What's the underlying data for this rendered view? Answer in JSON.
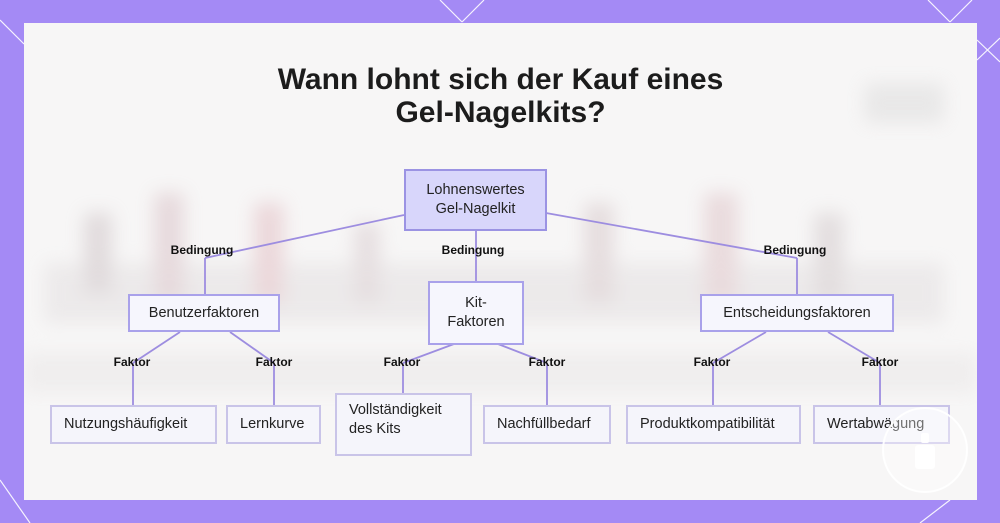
{
  "title": {
    "line1": "Wann lohnt sich der Kauf eines",
    "line2": "Gel-Nagelkits?"
  },
  "root": {
    "label": "Lohnenswertes\nGel-Nagelkit"
  },
  "branches": [
    {
      "edge_label": "Bedingung",
      "label": "Benutzerfaktoren",
      "children": [
        {
          "edge_label": "Faktor",
          "label": "Nutzungshäufigkeit"
        },
        {
          "edge_label": "Faktor",
          "label": "Lernkurve"
        }
      ]
    },
    {
      "edge_label": "Bedingung",
      "label": "Kit-\nFaktoren",
      "children": [
        {
          "edge_label": "Faktor",
          "label": "Vollständigkeit\ndes Kits"
        },
        {
          "edge_label": "Faktor",
          "label": "Nachfüllbedarf"
        }
      ]
    },
    {
      "edge_label": "Bedingung",
      "label": "Entscheidungsfaktoren",
      "children": [
        {
          "edge_label": "Faktor",
          "label": "Produktkompatibilität"
        },
        {
          "edge_label": "Faktor",
          "label": "Wertabwägung"
        }
      ]
    }
  ],
  "colors": {
    "frame": "#a48af5",
    "line": "#9d8de0",
    "root_fill": "#d8d6fb",
    "root_border": "#9b93e3"
  }
}
